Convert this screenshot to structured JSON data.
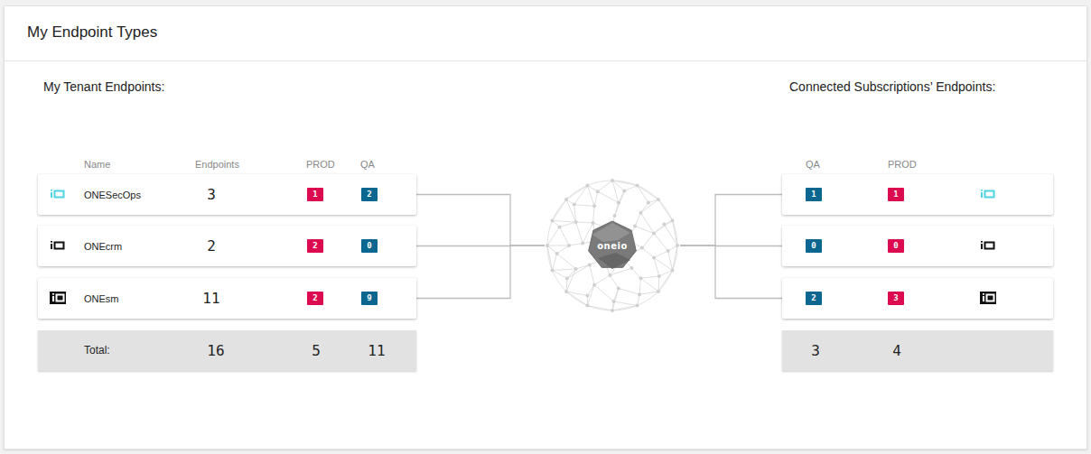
{
  "diagram": {
    "title": "My Endpoint Types",
    "nodes": [
      {
        "text": [
          "ONESecOps",
          "3"
        ]
      },
      {
        "text": [
          "1"
        ],
        "in": 0
      },
      {
        "text": [
          "2"
        ],
        "in": 0
      },
      {
        "text": [
          "ONEcrm",
          "2"
        ]
      },
      {
        "text": [
          "2"
        ],
        "in": 3
      },
      {
        "text": [
          "0"
        ],
        "in": 3
      },
      {
        "text": [
          "ONEsm",
          "11"
        ]
      },
      {
        "text": [
          "2"
        ],
        "in": 6
      },
      {
        "text": [
          "9"
        ],
        "in": 6
      },
      {
        "text": [
          "Total:",
          "16",
          "5",
          "11"
        ]
      },
      {
        "text": [
          "oneio"
        ]
      },
      {
        "text": []
      },
      {
        "text": [
          "1"
        ],
        "in": 11
      },
      {
        "text": [
          "1"
        ],
        "in": 11
      },
      {
        "text": []
      },
      {
        "text": [
          "0"
        ],
        "in": 14
      },
      {
        "text": [
          "0"
        ],
        "in": 14
      },
      {
        "text": []
      },
      {
        "text": [
          "2"
        ],
        "in": 17
      },
      {
        "text": [
          "3"
        ],
        "in": 17
      },
      {
        "text": [
          "3",
          "4"
        ]
      }
    ],
    "edges": [
      {
        "from": 0,
        "to": 10,
        "arrow": "none"
      },
      {
        "from": 3,
        "to": 10,
        "arrow": "none"
      },
      {
        "from": 6,
        "to": 10,
        "arrow": "none"
      },
      {
        "from": 10,
        "to": 11,
        "arrow": "none"
      },
      {
        "from": 10,
        "to": 14,
        "arrow": "none"
      },
      {
        "from": 10,
        "to": 17,
        "arrow": "none"
      }
    ],
    "labels": [
      "My Tenant Endpoints:",
      "Name",
      "Endpoints",
      "PROD",
      "QA",
      "Connected Subscriptions’ Endpoints:",
      "QA",
      "PROD"
    ]
  }
}
